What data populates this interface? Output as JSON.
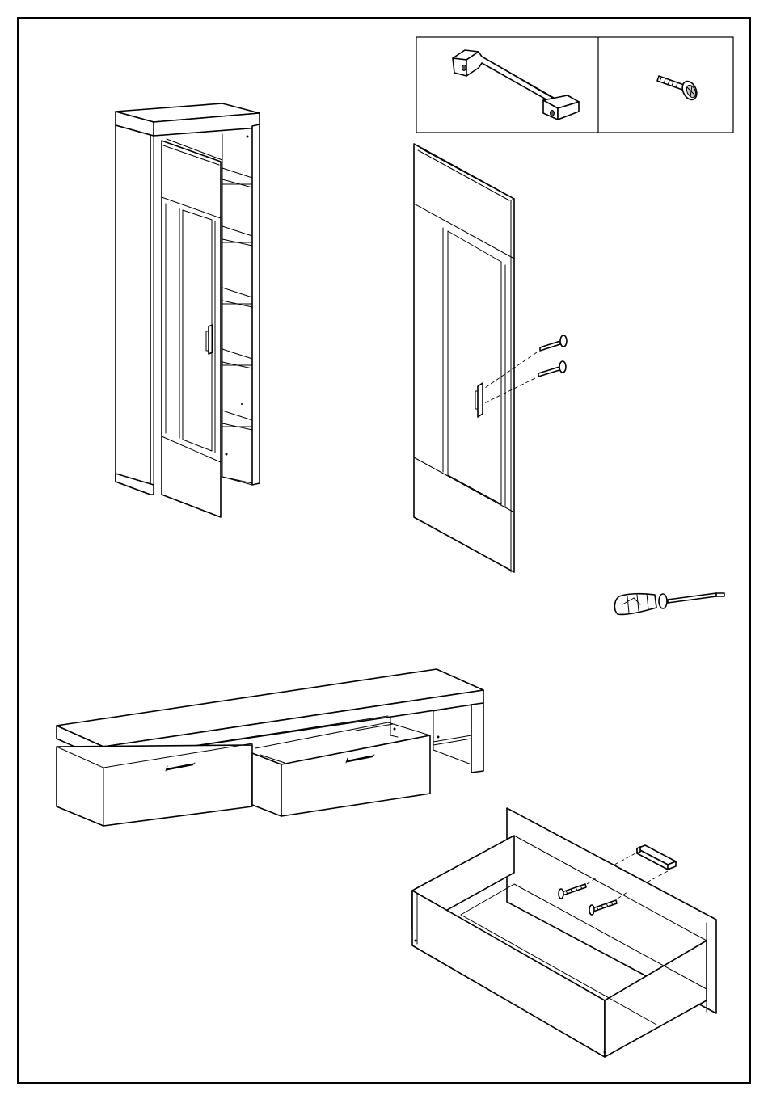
{
  "page": {
    "background": "#ffffff",
    "line_color": "#000000"
  },
  "hardware": [
    {
      "icon": "handle-icon"
    },
    {
      "icon": "bolt-screw-icon"
    }
  ],
  "tools": [
    {
      "icon": "phillips-screwdriver-icon"
    }
  ],
  "steps": [
    {
      "name": "tall-display-cabinet-door-open"
    },
    {
      "name": "door-handle-fixing-detail"
    },
    {
      "name": "tv-lowboard-drawer-open"
    },
    {
      "name": "drawer-handle-fixing-detail"
    }
  ]
}
